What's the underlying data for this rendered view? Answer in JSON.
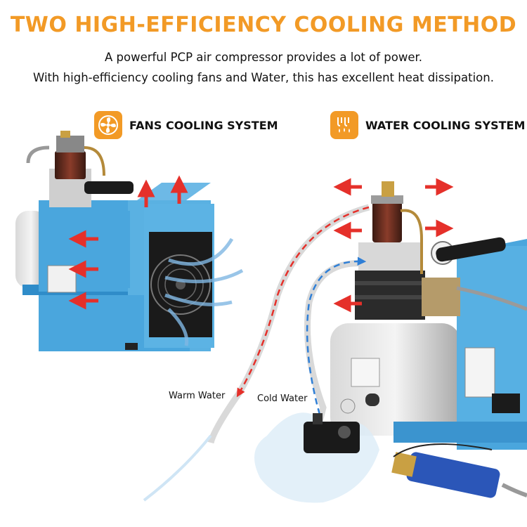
{
  "heading": "TWO HIGH-EFFICIENCY COOLING METHOD",
  "subtitle_line1": "A powerful PCP air compressor provides a lot of power.",
  "subtitle_line2": "With high-efficiency cooling fans and Water, this has excellent heat dissipation.",
  "fans_badge": {
    "label": "FANS COOLING SYSTEM",
    "icon": "fan-icon"
  },
  "water_badge": {
    "label": "WATER COOLING SYSTEM",
    "icon": "water-drops-icon"
  },
  "labels": {
    "warm": "Warm Water",
    "cold": "Cold Water"
  },
  "colors": {
    "accent": "#f29a26",
    "machine_blue": "#4aa6dd",
    "hot_arrow": "#e5302a",
    "cool_arrow": "#2f7fd6"
  }
}
